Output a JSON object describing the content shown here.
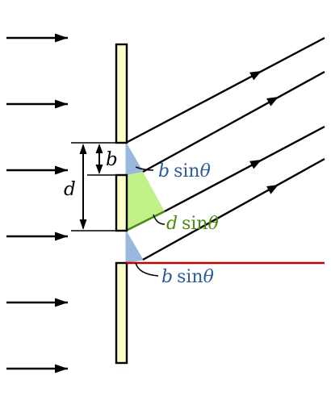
{
  "labels": {
    "d": "d",
    "b": "b",
    "b_sin_top": {
      "var": "b",
      "fn": "sin",
      "angle": "θ"
    },
    "d_sin": {
      "var": "d",
      "fn": "sin",
      "angle": "θ"
    },
    "b_sin_bottom": {
      "var": "b",
      "fn": "sin",
      "angle": "θ"
    }
  },
  "colors": {
    "wall_fill": "#ffffcc",
    "outline": "#000000",
    "blue_label": "#2b5d96",
    "green_label": "#4a8a12",
    "blue_fill": "#9ab8dc",
    "green_fill": "#c2f18a",
    "green_stroke": "#4a8a12",
    "red_ray": "#c40000"
  }
}
